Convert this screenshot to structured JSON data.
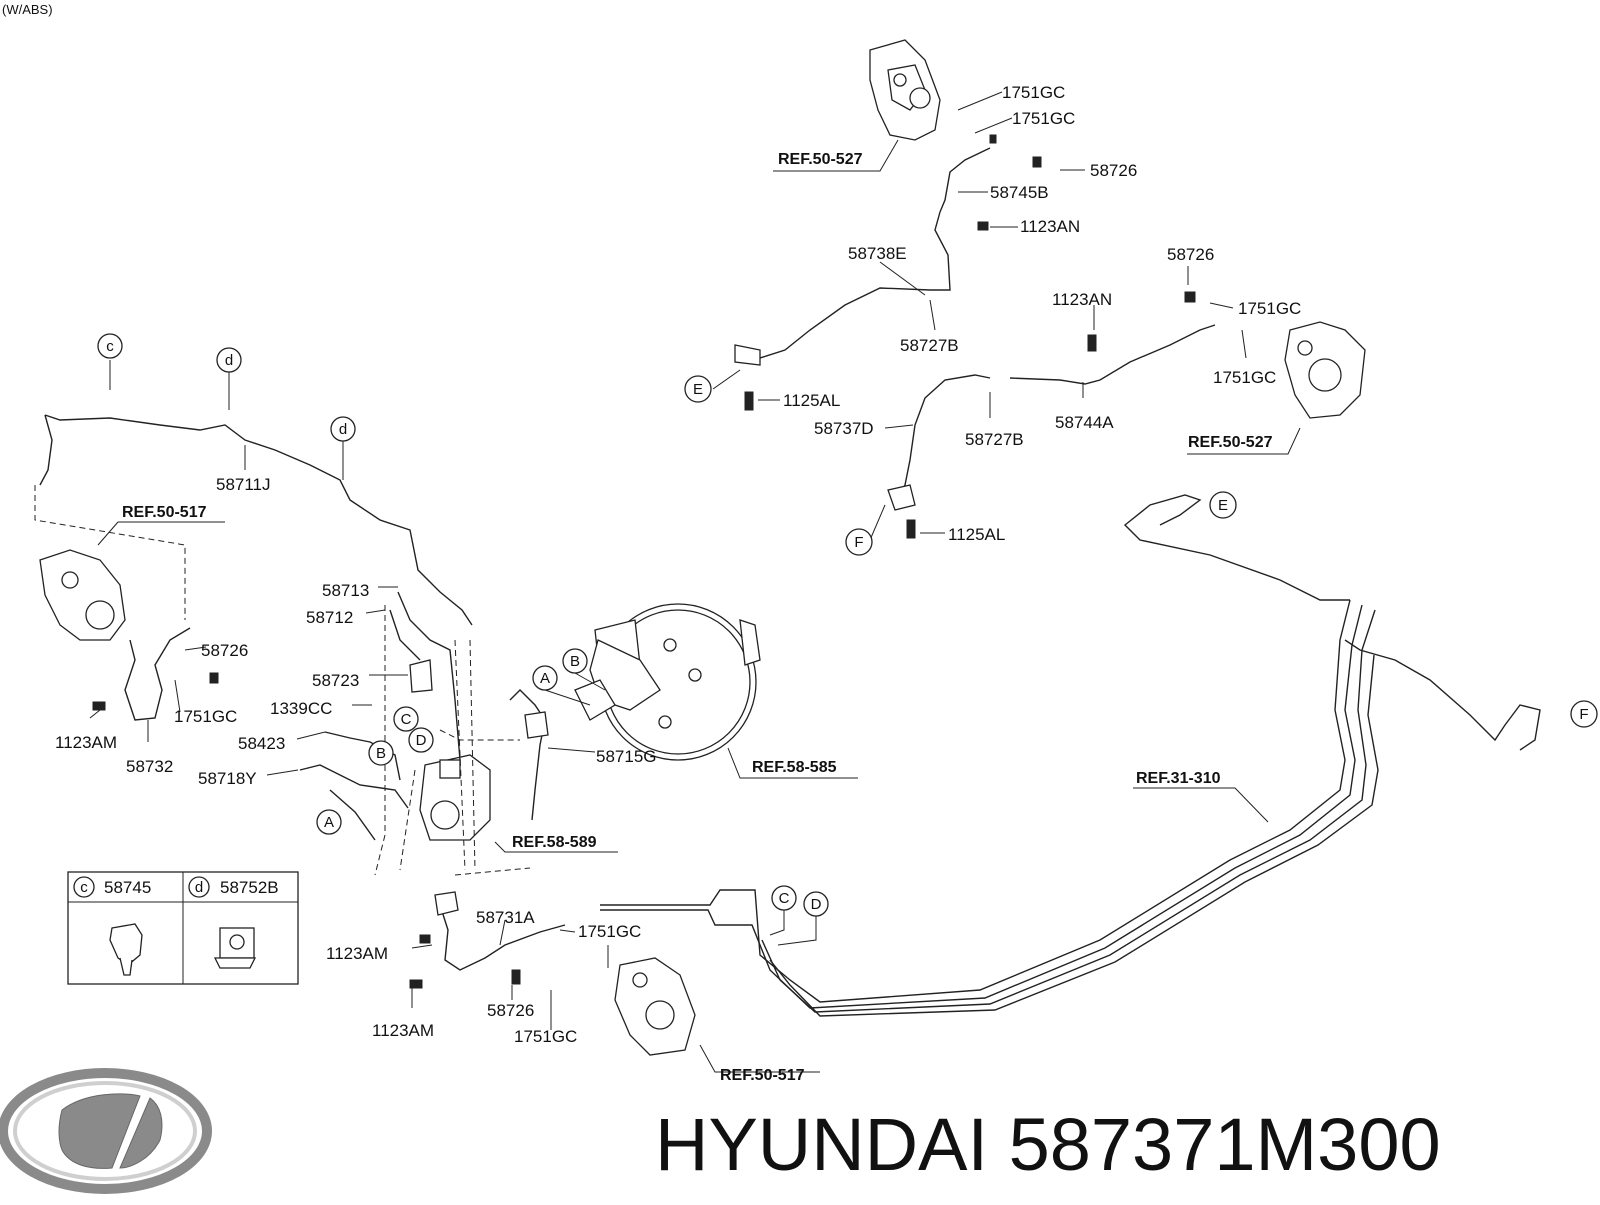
{
  "top_left_note": "(W/ABS)",
  "brand_text": "HYUNDAI 587371M300",
  "labels": {
    "l_1751gc_a": "1751GC",
    "l_1751gc_b": "1751GC",
    "l_58726_a": "58726",
    "l_58745b": "58745B",
    "l_1123an_a": "1123AN",
    "l_58738e": "58738E",
    "l_58726_b": "58726",
    "l_1123an_b": "1123AN",
    "l_1751gc_c": "1751GC",
    "l_58727b_a": "58727B",
    "l_1751gc_d": "1751GC",
    "l_1125al_a": "1125AL",
    "l_58737d": "58737D",
    "l_58727b_b": "58727B",
    "l_58744a": "58744A",
    "l_1125al_b": "1125AL",
    "l_58711j": "58711J",
    "l_58713": "58713",
    "l_58712": "58712",
    "l_58726_c": "58726",
    "l_58723": "58723",
    "l_1339cc": "1339CC",
    "l_1751gc_e": "1751GC",
    "l_1123am_a": "1123AM",
    "l_58732": "58732",
    "l_58423": "58423",
    "l_58718y": "58718Y",
    "l_58715g": "58715G",
    "l_58731a": "58731A",
    "l_1751gc_f": "1751GC",
    "l_1123am_b": "1123AM",
    "l_1123am_c": "1123AM",
    "l_58726_d": "58726",
    "l_1751gc_g": "1751GC"
  },
  "refs": {
    "r_50527_a": "REF.50-527",
    "r_50527_b": "REF.50-527",
    "r_50517_a": "REF.50-517",
    "r_58585": "REF.58-585",
    "r_58589": "REF.58-589",
    "r_31310": "REF.31-310",
    "r_50517_b": "REF.50-517"
  },
  "callouts": {
    "c1": "c",
    "c2": "d",
    "c3": "d",
    "c4": "E",
    "c5": "F",
    "c6": "E",
    "c7": "F",
    "c8": "A",
    "c9": "B",
    "c10": "C",
    "c11": "D",
    "c12": "B",
    "c13": "A",
    "c14": "C",
    "c15": "D"
  },
  "legend": [
    {
      "key": "c",
      "part": "58745"
    },
    {
      "key": "d",
      "part": "58752B"
    }
  ]
}
